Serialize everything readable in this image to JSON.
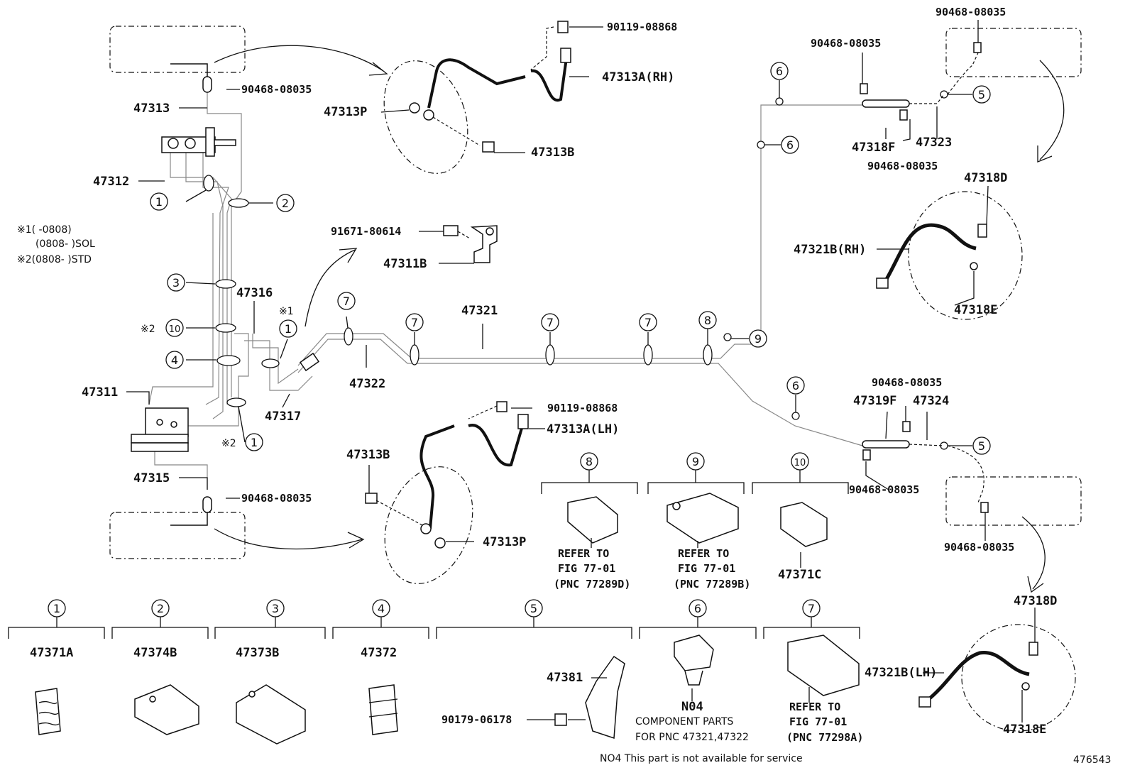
{
  "labels": {
    "p47313": "47313",
    "p47312": "47312",
    "p47316": "47316",
    "p47311": "47311",
    "p47317": "47317",
    "p47315": "47315",
    "p47313p_top": "47313P",
    "p47313b_top": "47313B",
    "p47313a_rh": "47313A(RH)",
    "p90119_top": "90119-08868",
    "p91671": "91671-80614",
    "p47311b": "47311B",
    "p47321": "47321",
    "p47322": "47322",
    "p90119_mid": "90119-08868",
    "p47313a_lh": "47313A(LH)",
    "p47313b_mid": "47313B",
    "p47313p_mid": "47313P",
    "p90468_a": "90468-08035",
    "p90468_b": "90468-08035",
    "p90468_c": "90468-08035",
    "p90468_d": "90468-08035",
    "p90468_e": "90468-08035",
    "p90468_f": "90468-08035",
    "p90468_g": "90468-08035",
    "p90468_h": "90468-08035",
    "p47318f": "47318F",
    "p47323": "47323",
    "p47318d_top": "47318D",
    "p47321b_rh": "47321B(RH)",
    "p47318e_top": "47318E",
    "p47319f": "47319F",
    "p47324": "47324",
    "p47318d_bot": "47318D",
    "p47321b_lh": "47321B(LH)",
    "p47318e_bot": "47318E",
    "p47371c": "47371C",
    "p47371a": "47371A",
    "p47374b": "47374B",
    "p47373b": "47373B",
    "p47372": "47372",
    "p47381": "47381",
    "p90179": "90179-06178",
    "n04": "N04",
    "component_parts": "COMPONENT PARTS",
    "for_pnc": "FOR PNC 47321,47322",
    "refer_to": "REFER TO",
    "fig_7701": "FIG 77-01",
    "pnc_d": "(PNC 77289D)",
    "pnc_b": "(PNC 77289B)",
    "pnc_a": "(PNC 77298A)",
    "footnote": "NO4  This part is not available for service",
    "ref_no": "476543"
  },
  "notes": {
    "n1a": "※1(    -0808)",
    "n1b": "(0808-    )SOL",
    "n2": "※2(0808-    )STD",
    "star1": "※1",
    "star2a": "※2",
    "star2b": "※2"
  },
  "callouts": {
    "c1": "1",
    "c2": "2",
    "c3": "3",
    "c4": "4",
    "c5": "5",
    "c6": "6",
    "c7": "7",
    "c8": "8",
    "c9": "9",
    "c10": "10"
  }
}
